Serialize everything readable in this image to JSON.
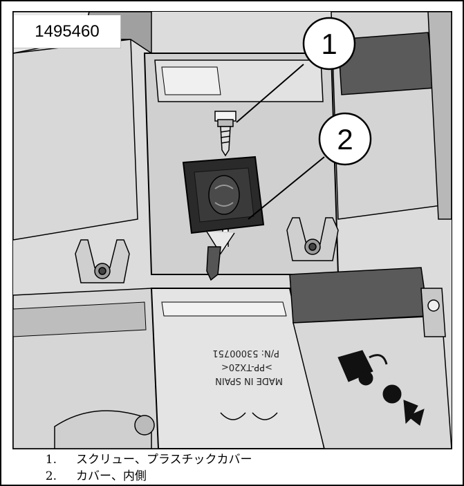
{
  "figure": {
    "id_label": "1495460",
    "callouts": [
      {
        "number": "1"
      },
      {
        "number": "2"
      }
    ],
    "embossed_text": {
      "line1": "MADE IN SPAIN",
      "line2": ">PP-TX20<",
      "line3": "P/N: 53000751"
    }
  },
  "legend": [
    {
      "number": "1.",
      "text": "スクリュー、プラスチックカバー"
    },
    {
      "number": "2.",
      "text": "カバー、内側"
    }
  ],
  "colors": {
    "background": "#ffffff",
    "line": "#000000",
    "surface": "#e6e6e6",
    "panel_dark": "#5a5a5a"
  }
}
